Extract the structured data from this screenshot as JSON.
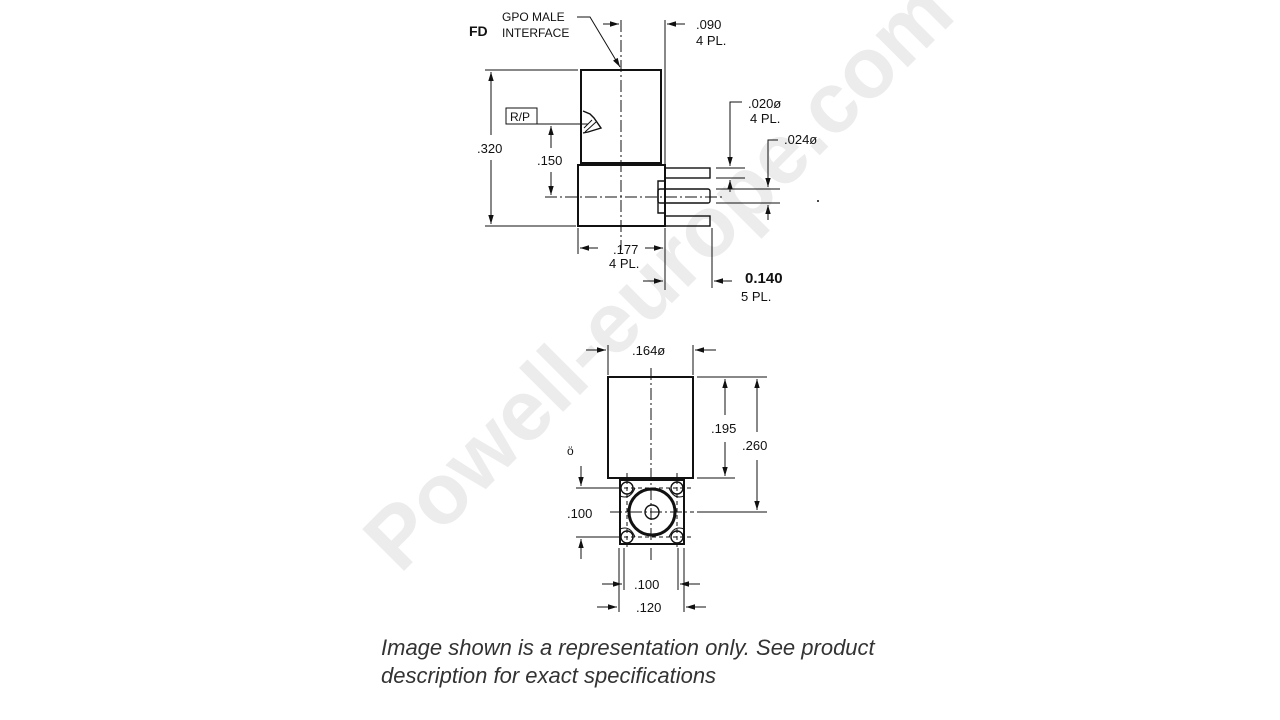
{
  "watermark": {
    "text": "Powell-europe.com",
    "color": "#e9e9e9"
  },
  "side_view": {
    "part_code": "FD",
    "interface_label_line1": "GPO MALE",
    "interface_label_line2": "INTERFACE",
    "reference_box": "R/P",
    "dimensions": {
      "top_width": ".090",
      "top_width_qty": "4 PL.",
      "overall_height": ".320",
      "ref_height": ".150",
      "pin_diameter": ".020ø",
      "pin_diameter_qty": "4 PL.",
      "center_pin_diameter": ".024ø",
      "body_width": ".177",
      "body_width_qty": "4 PL.",
      "pin_length": "0.140",
      "pin_length_qty": "5 PL."
    }
  },
  "bottom_view": {
    "dimensions": {
      "cylinder_diameter": ".164ø",
      "cylinder_height": ".195",
      "overall_height": ".260",
      "pin_spacing_vertical": ".100",
      "pin_spacing_horizontal": ".100",
      "flange_width": ".120",
      "partial_label": "ö"
    }
  },
  "caption": {
    "line1": "Image shown is a representation only. See product",
    "line2": "description for exact specifications"
  }
}
